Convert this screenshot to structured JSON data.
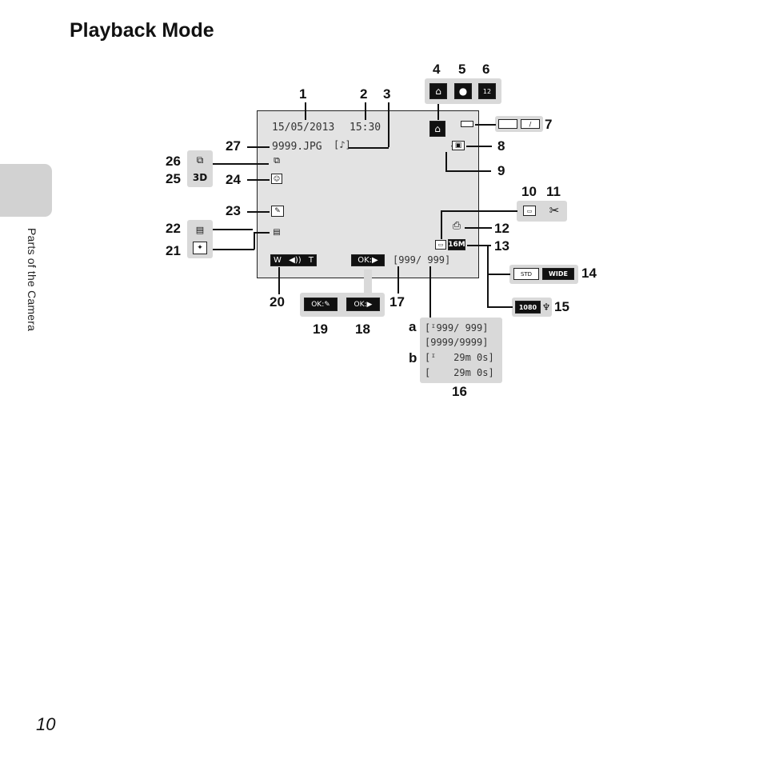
{
  "page": {
    "title": "Playback Mode",
    "side_tab": "Parts of the Camera",
    "page_number": "10"
  },
  "screen": {
    "date": "15/05/2013",
    "time": "15:30",
    "filename": "9999.JPG",
    "counter": "999/ 999",
    "ok_play": "OK:▶",
    "volume_w": "W",
    "volume_t": "T"
  },
  "icons": {
    "retouch_row": [
      "OK:",
      "OK:▶"
    ],
    "mode16m": "16M",
    "res1080": "1080",
    "icon3d": "3D",
    "std": "STD",
    "wide": "WIDE"
  },
  "counter16": {
    "a_label": "a",
    "b_label": "b",
    "a1": "999/ 999",
    "a2": "9999/9999",
    "b1": "29m 0s",
    "b2": "29m 0s"
  },
  "callouts": {
    "n1": "1",
    "n2": "2",
    "n3": "3",
    "n4": "4",
    "n5": "5",
    "n6": "6",
    "n7": "7",
    "n8": "8",
    "n9": "9",
    "n10": "10",
    "n11": "11",
    "n12": "12",
    "n13": "13",
    "n14": "14",
    "n15": "15",
    "n16": "16",
    "n17": "17",
    "n18": "18",
    "n19": "19",
    "n20": "20",
    "n21": "21",
    "n22": "22",
    "n23": "23",
    "n24": "24",
    "n25": "25",
    "n26": "26",
    "n27": "27"
  }
}
